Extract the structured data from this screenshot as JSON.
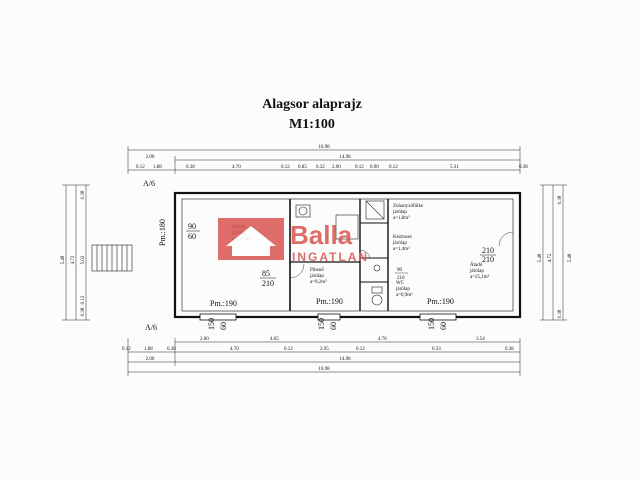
{
  "title": "Alagsor alaprajz",
  "scale": "M1:100",
  "section_marks": [
    "A/6",
    "A/6"
  ],
  "top_dims": {
    "overall": "16.98",
    "inner": "14.98",
    "segments_row1": [
      "2.00",
      "14.98"
    ],
    "segments_row2": [
      "0.12",
      "1.88",
      "0.38",
      "4.70",
      "0.12",
      "0.85",
      "0.32",
      "2.00",
      "0.12",
      "0.90",
      "0.12",
      "5.31",
      "0.38"
    ]
  },
  "bottom_dims": {
    "row1": [
      "2.00",
      "4.65",
      "4.76",
      "3.54"
    ],
    "row2": [
      "0.12",
      "1.88",
      "0.38",
      "4.70",
      "0.12",
      "2.95",
      "0.12",
      "6.33",
      "0.38"
    ],
    "row3": [
      "2.00",
      "14.98"
    ],
    "overall": "16.98"
  },
  "left_dims": [
    "5.48",
    "4.72",
    "0.38",
    "0.38",
    "5.02",
    "0.12"
  ],
  "right_dims": [
    "5.48",
    "4.72",
    "0.38",
    "0.38",
    "5.48"
  ],
  "rooms": [
    {
      "name": "Raktár",
      "floor": "járólap",
      "area": "a=22,5m²"
    },
    {
      "name": "Pihenő",
      "floor": "járólap",
      "area": "a=9,2m²"
    },
    {
      "name": "Zuhanyzófülke",
      "floor": "járólap",
      "area": "a=1,8m²"
    },
    {
      "name": "Kézmosó",
      "floor": "járólap",
      "area": "a=1,4m²"
    },
    {
      "name": "WC",
      "floor": "járólap",
      "area": "a=0,9m²"
    },
    {
      "name": "Átadó",
      "floor": "járólap",
      "area": "a=25,1m²"
    }
  ],
  "openings": {
    "door_90_60": [
      "90",
      "60"
    ],
    "door_85_210": [
      "85",
      "210"
    ],
    "door_210_right": [
      "210",
      "210"
    ],
    "wc_door": [
      "90",
      "210"
    ],
    "windows_below": [
      "150",
      "60",
      "150",
      "60",
      "150",
      "60"
    ]
  },
  "pm_labels": [
    "Pm.:180",
    "Pm.:190",
    "Pm.:190",
    "Pm.:190"
  ],
  "logo": {
    "line1": "Balla",
    "line2": "INGATLAN",
    "color": "#d9534f"
  }
}
